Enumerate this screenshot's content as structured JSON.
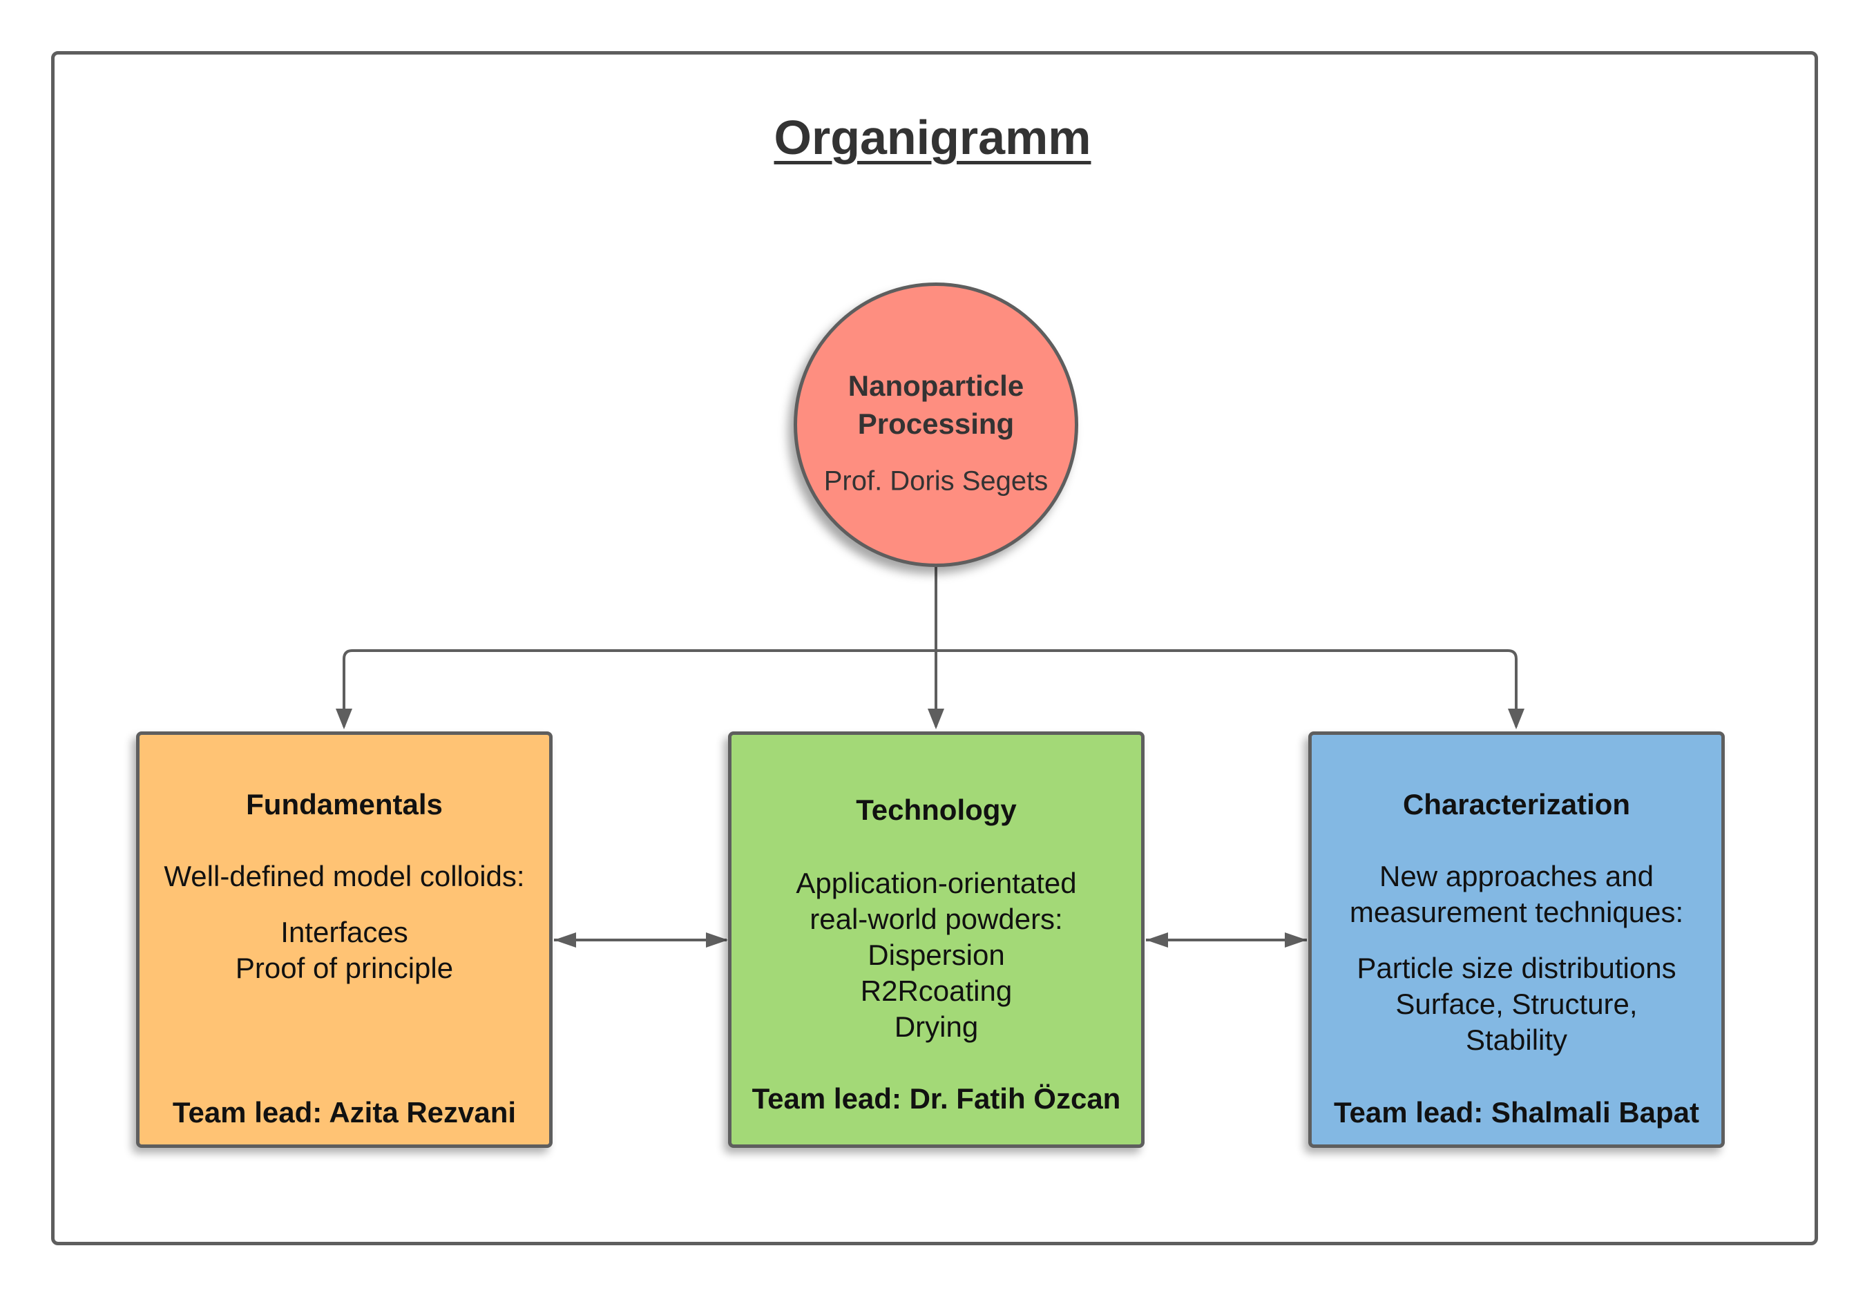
{
  "title": "Organigramm",
  "root": {
    "name_line1": "Nanoparticle",
    "name_line2": "Processing",
    "head": "Prof. Doris Segets",
    "color": "#fe8e80"
  },
  "groups": [
    {
      "title": "Fundamentals",
      "lines": [
        "Well-defined model colloids:",
        "Interfaces",
        "Proof of principle"
      ],
      "lead": "Team lead: Azita Rezvani",
      "color": "#ffc374"
    },
    {
      "title": "Technology",
      "lines": [
        "Application-orientated",
        "real-world powders:",
        "Dispersion",
        "R2Rcoating",
        "Drying"
      ],
      "lead": "Team lead: Dr. Fatih Özcan",
      "color": "#a3d977"
    },
    {
      "title": "Characterization",
      "lines": [
        "New approaches and",
        "measurement techniques:",
        "Particle size distributions",
        "Surface, Structure,",
        "Stability"
      ],
      "lead": "Team lead: Shalmali Bapat",
      "color": "#83b8e3"
    }
  ]
}
